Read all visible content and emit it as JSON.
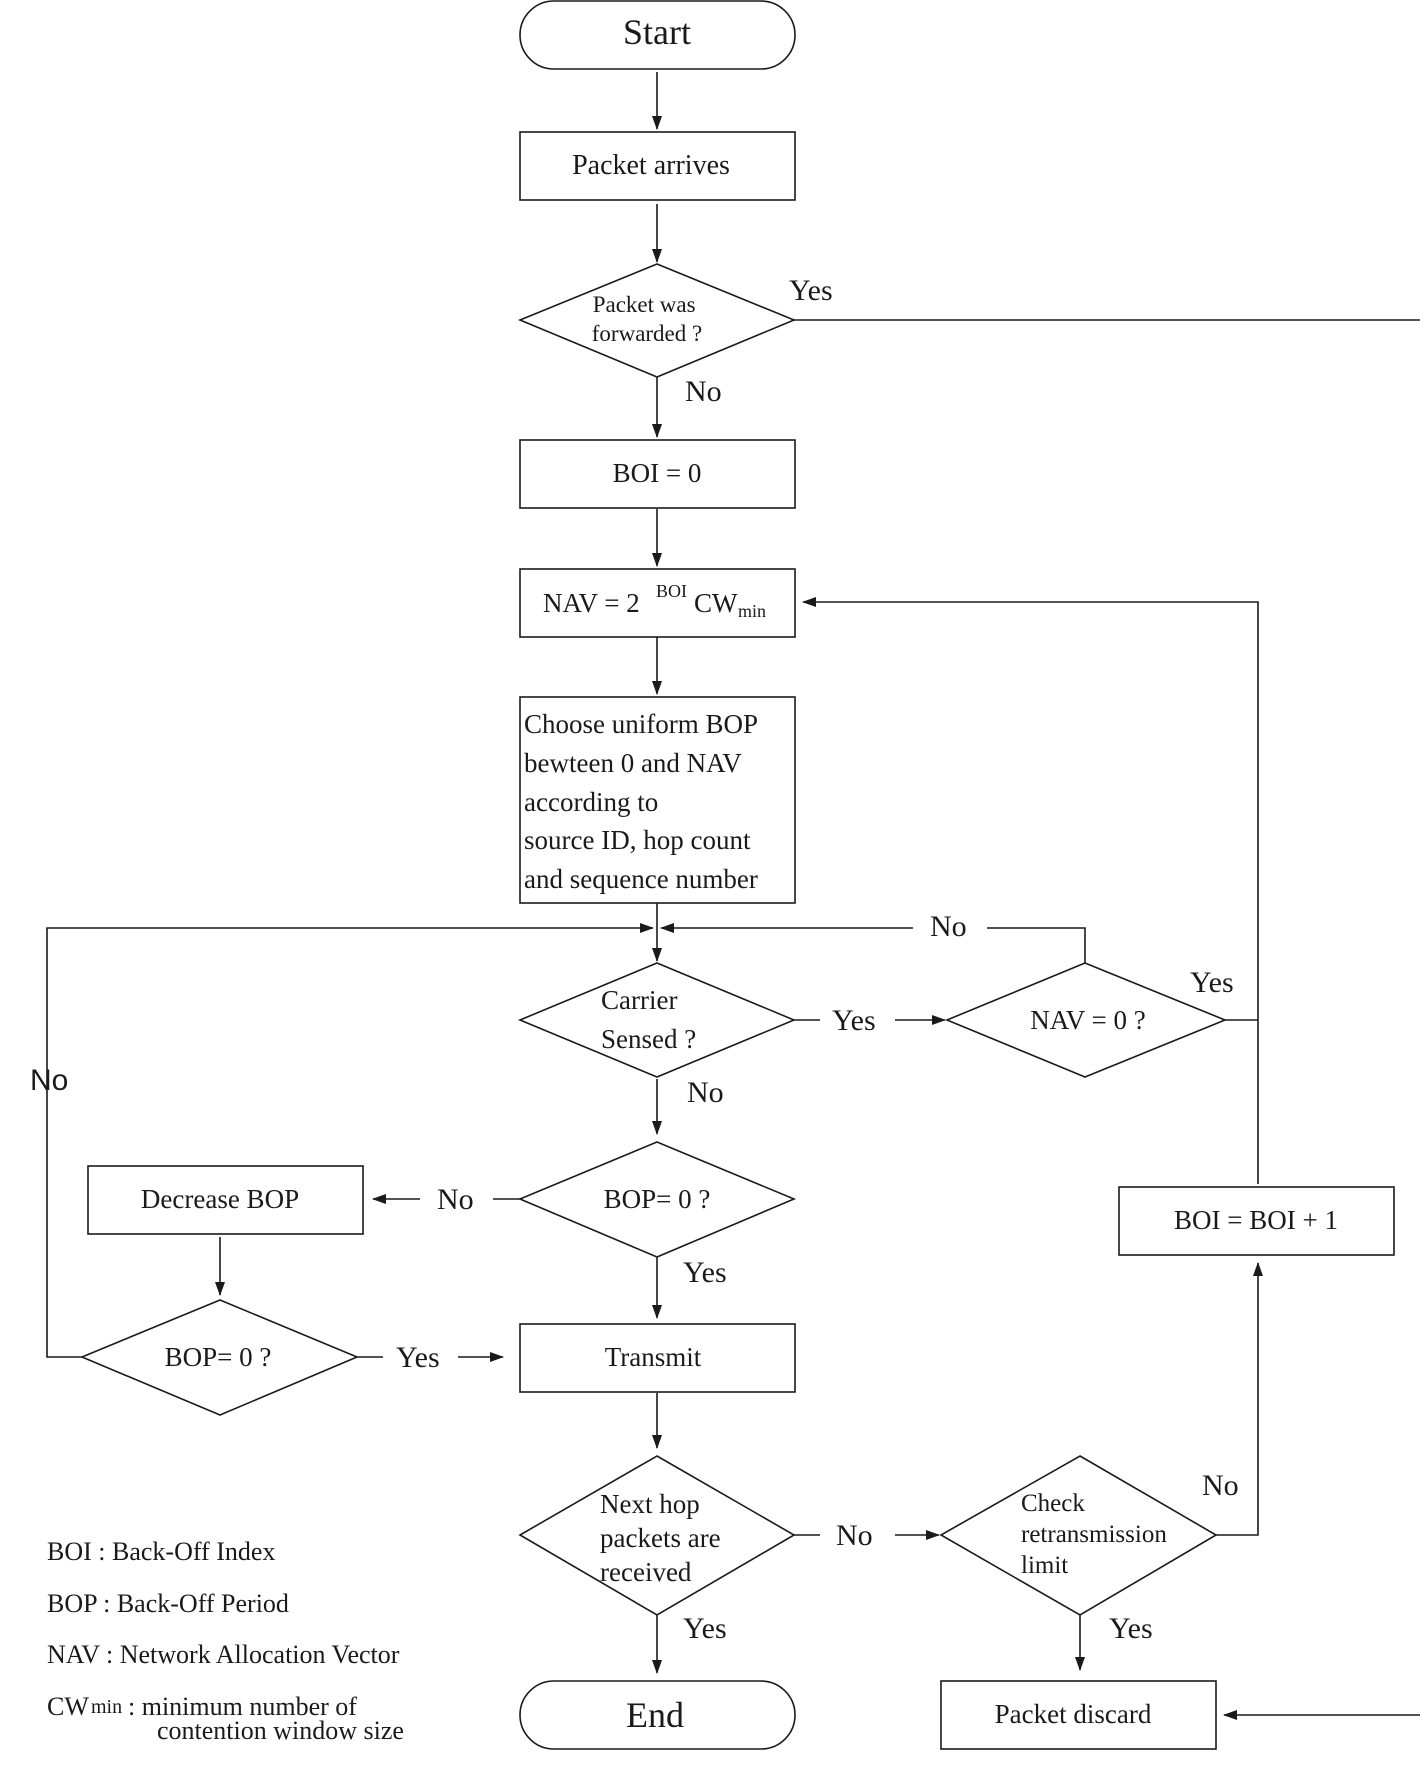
{
  "nodes": {
    "start": "Start",
    "packet_arrives": "Packet arrives",
    "packet_forwarded": [
      "Packet was",
      "forwarded ?"
    ],
    "boi_zero": "BOI = 0",
    "nav_formula": {
      "prefix": "NAV = 2",
      "superscript": "BOI",
      "cw": "CW",
      "subscript": "min"
    },
    "choose_bop": [
      "Choose uniform BOP",
      "bewteen 0 and NAV",
      "according to",
      "source ID, hop count",
      "and sequence number"
    ],
    "carrier_sensed": [
      "Carrier",
      "Sensed ?"
    ],
    "nav_zero_check": "NAV = 0 ?",
    "bop_zero_check_1": "BOP= 0 ?",
    "decrease_bop": "Decrease BOP",
    "bop_zero_check_2": "BOP= 0 ?",
    "boi_increment": "BOI = BOI + 1",
    "transmit": "Transmit",
    "next_hop_received": [
      "Next hop",
      "packets are",
      "received"
    ],
    "check_retransmission": [
      "Check",
      "retransmission",
      "limit"
    ],
    "end": "End",
    "packet_discard": "Packet discard"
  },
  "edge_labels": {
    "forwarded_yes": "Yes",
    "forwarded_no": "No",
    "nav_loop_no": "No",
    "nav_zero_yes": "Yes",
    "carrier_yes": "Yes",
    "carrier_no": "No",
    "left_loop_no": "No",
    "bop1_no": "No",
    "bop1_yes": "Yes",
    "bop2_yes": "Yes",
    "next_hop_no": "No",
    "next_hop_yes": "Yes",
    "retrans_no": "No",
    "retrans_yes": "Yes"
  },
  "legend": {
    "boi": "BOI : Back-Off Index",
    "bop": "BOP : Back-Off Period",
    "nav": "NAV : Network Allocation Vector",
    "cw_term": "CW",
    "cw_sub": "min",
    "cw_desc_1": " : minimum number of",
    "cw_desc_2": "contention window size"
  }
}
